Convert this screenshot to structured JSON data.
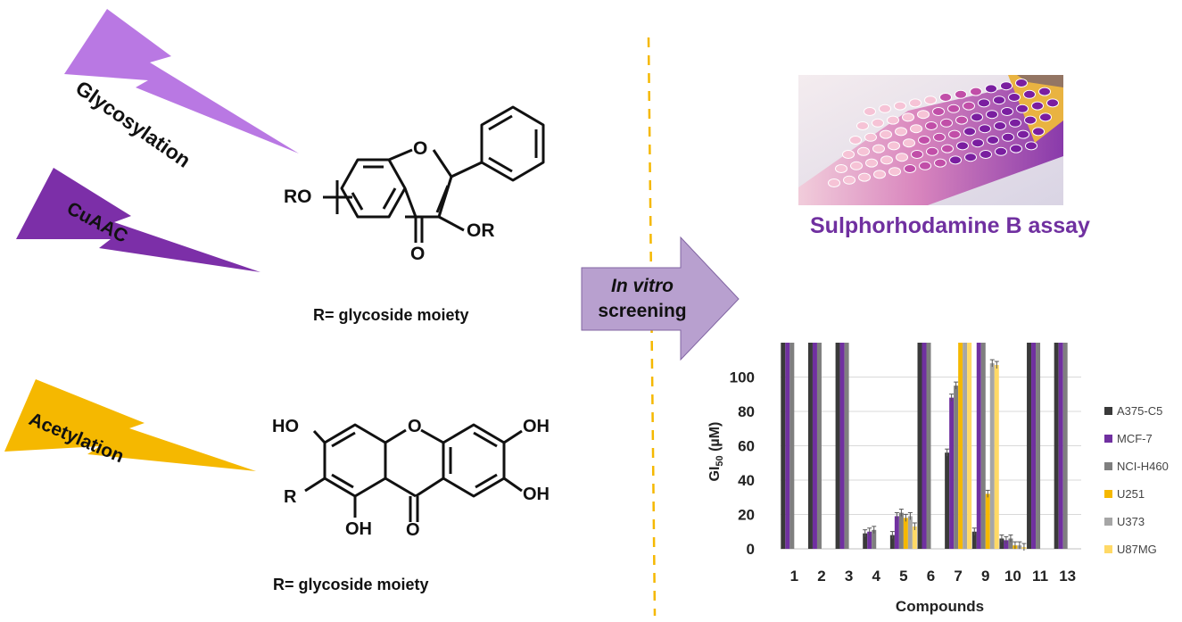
{
  "labels": {
    "glycosylation": "Glycosylation",
    "cuaac": "CuAAC",
    "acetylation": "Acetylation",
    "r_def_top": "R= glycoside moiety",
    "r_def_bottom": "R= glycoside moiety",
    "arrow_line1": "In vitro",
    "arrow_line2": "screening",
    "assay_title": "Sulphorhodamine B assay"
  },
  "structure1": {
    "ro": "RO",
    "or": "OR",
    "o_ring": "O",
    "o_carbonyl": "O"
  },
  "structure2": {
    "ho": "HO",
    "oh_right_top": "OH",
    "oh_right_bottom": "OH",
    "r": "R",
    "oh_bottom": "OH",
    "o_ring": "O",
    "o_carbonyl": "O"
  },
  "colors": {
    "glycosylation": "#b978e3",
    "cuaac": "#7c2fa8",
    "acetylation": "#f5b800",
    "screening_arrow": "#b8a0cf",
    "dashed_line": "#f5b800",
    "assay_title": "#7030a0"
  },
  "icons": {
    "plate": "sulphorhodamine-plate-photo"
  },
  "chart_data": {
    "type": "bar",
    "categories": [
      "1",
      "2",
      "3",
      "4",
      "5",
      "6",
      "7",
      "9",
      "10",
      "11",
      "13"
    ],
    "xlabel": "Compounds",
    "ylabel": "GI50 (µM)",
    "ylabel_main": "GI",
    "ylabel_sub": "50",
    "ylabel_unit": " (µM)",
    "ylim": [
      0,
      120
    ],
    "yticks": [
      0,
      20,
      40,
      60,
      80,
      100
    ],
    "grid": true,
    "legend_position": "right",
    "series": [
      {
        "name": "A375-C5",
        "color": "#3a3a3a",
        "values": [
          120,
          120,
          120,
          9,
          8,
          120,
          56,
          10,
          6,
          120,
          120
        ]
      },
      {
        "name": "MCF-7",
        "color": "#7030a0",
        "values": [
          120,
          120,
          120,
          10,
          19,
          120,
          88,
          120,
          5,
          120,
          120
        ]
      },
      {
        "name": "NCI-H460",
        "color": "#7f7f7f",
        "values": [
          120,
          120,
          120,
          11,
          21,
          120,
          95,
          120,
          6,
          120,
          120
        ]
      },
      {
        "name": "U251",
        "color": "#f5b800",
        "values": [
          null,
          null,
          null,
          null,
          18,
          null,
          120,
          32,
          2,
          null,
          null
        ]
      },
      {
        "name": "U373",
        "color": "#a6a6a6",
        "values": [
          null,
          null,
          null,
          null,
          19,
          null,
          120,
          108,
          2,
          null,
          null
        ]
      },
      {
        "name": "U87MG",
        "color": "#ffd966",
        "values": [
          null,
          null,
          null,
          null,
          13,
          null,
          120,
          107,
          1,
          null,
          null
        ]
      }
    ]
  }
}
